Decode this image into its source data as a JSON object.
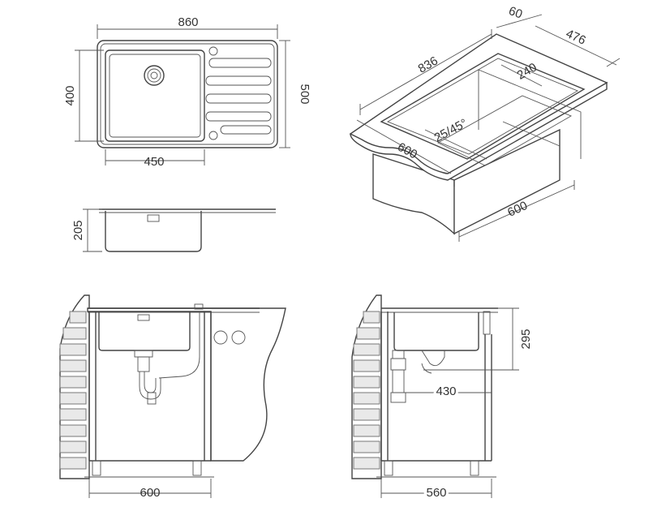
{
  "top_view": {
    "width_label": "860",
    "height_label": "500",
    "bowl_height_label": "400",
    "bowl_width_label": "450"
  },
  "side_view": {
    "depth_label": "205"
  },
  "perspective_view": {
    "overall_length_label": "836",
    "offset_label": "60",
    "overall_depth_label": "476",
    "bowl_width_label": "240",
    "angle_label": "25/45°",
    "cabinet_front_label": "600",
    "cabinet_side_label": "600"
  },
  "front_install_view": {
    "cabinet_width_label": "600"
  },
  "side_install_view": {
    "height_label": "295",
    "drain_label": "430",
    "cabinet_depth_label": "560"
  }
}
